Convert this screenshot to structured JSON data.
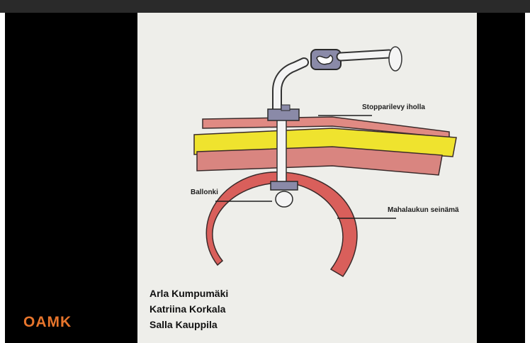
{
  "colors": {
    "logo": "#e7752c",
    "skin": "#e08a83",
    "fat": "#efe32e",
    "stomach_wall": "#d95f5b",
    "stopper": "#8a8aa8"
  },
  "diagram": {
    "labels": {
      "stopper": "Stopparilevy iholla",
      "balloon": "Ballonki",
      "stomach_wall": "Mahalaukun seinämä"
    },
    "authors": [
      "Arla Kumpumäki",
      "Katriina Korkala",
      "Salla Kauppila"
    ]
  },
  "logo": {
    "text": "OAMK"
  }
}
